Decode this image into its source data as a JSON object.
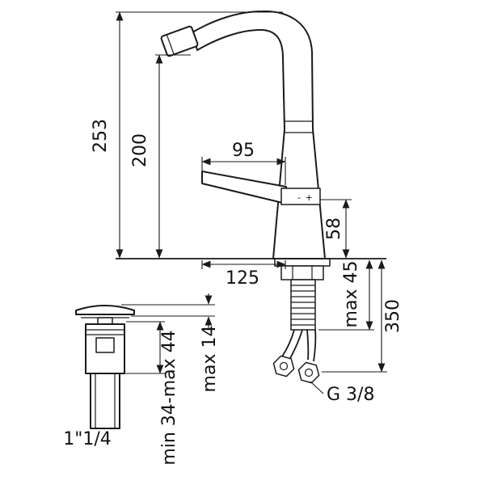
{
  "meta": {
    "subject": "Bidet mixer tap with pop-up waste - dimensioned technical drawing",
    "line_color": "#1a1a1a",
    "background_color": "#ffffff"
  },
  "dims": {
    "total_height": "253",
    "outlet_height": "200",
    "spout_reach": "95",
    "base_reach": "125",
    "handle_height": "58",
    "max_deck_thickness": "max 45",
    "hose_length": "350",
    "flange_thickness": "max 14",
    "clamp_range": "min 34-max 44",
    "hose_thread": "G 3/8",
    "waste_size": "1\"1/4",
    "handle_markings": "- +"
  }
}
